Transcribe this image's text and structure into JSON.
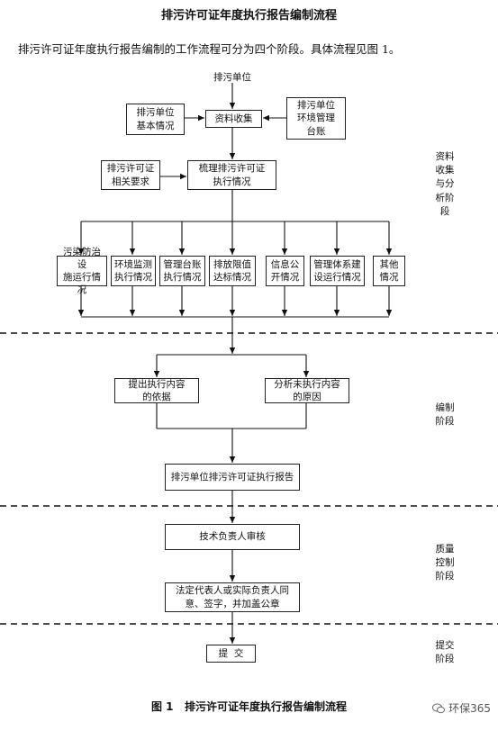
{
  "document": {
    "title": "排污许可证年度执行报告编制流程",
    "intro": "排污许可证年度执行报告编制的工作流程可分为四个阶段。具体流程见图 1。",
    "caption": "图 1   排污许可证年度执行报告编制流程",
    "watermark": "环保365"
  },
  "flow": {
    "top_label": "排污单位",
    "basic_info": [
      "排污单位",
      "基本情况"
    ],
    "data_collection": "资料收集",
    "env_ledger": [
      "排污单位",
      "环境管理",
      "台账"
    ],
    "permit_requirements": [
      "排污许可证",
      "相关要求"
    ],
    "review_permit": [
      "梳理排污许可证",
      "执行情况"
    ],
    "branches": [
      [
        "污染防治设",
        "施运行情况"
      ],
      [
        "环境监测",
        "执行情况"
      ],
      [
        "管理台账",
        "执行情况"
      ],
      [
        "排放限值",
        "达标情况"
      ],
      [
        "信息公",
        "开情况"
      ],
      [
        "管理体系建",
        "设运行情况"
      ],
      [
        "其他",
        "情况"
      ]
    ],
    "executed_basis": [
      "提出执行内容",
      "的依据"
    ],
    "unexecuted_reasons": [
      "分析未执行内容",
      "的原因"
    ],
    "report": "排污单位排污许可证执行报告",
    "tech_review": "技术负责人审核",
    "legal_sign": [
      "法定代表人或实际负责人同",
      "意、签字，并加盖公章"
    ],
    "submit": "提  交"
  },
  "stages": {
    "collection": [
      "资料",
      "收集",
      "与分",
      "析阶",
      "段"
    ],
    "compilation": [
      "编制",
      "阶段"
    ],
    "quality": [
      "质量",
      "控制",
      "阶段"
    ],
    "submission": [
      "提交",
      "阶段"
    ]
  }
}
